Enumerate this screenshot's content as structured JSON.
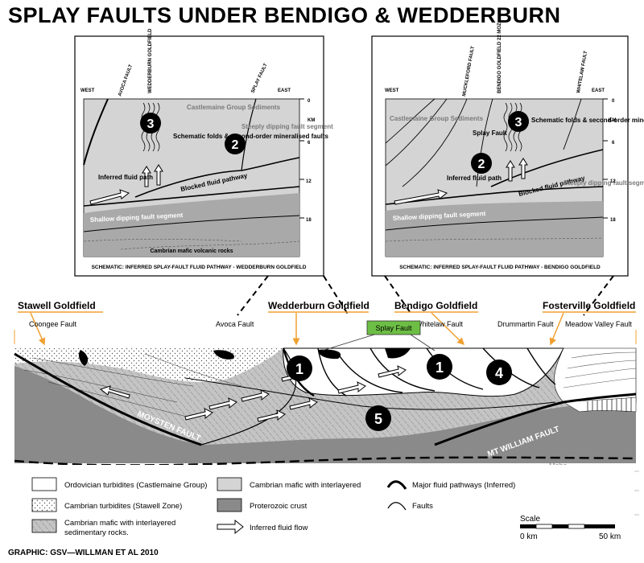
{
  "title": "SPLAY FAULTS UNDER BENDIGO & WEDDERBURN",
  "left_inset": {
    "west": "WEST",
    "east": "EAST",
    "avoca_fault": "AVOCA FAULT",
    "goldfield": "WEDDERBURN GOLDFIELD",
    "splay_fault": "SPLAY FAULT",
    "castlemaine": "Castlemaine Group Sediments",
    "steeply": "Steeply dipping fault segment",
    "schematic": "Schematic folds & second-order mineralised faults",
    "inferred": "Inferred fluid path",
    "blocked": "Blocked fluid pathway",
    "shallow": "Shallow dipping fault segment",
    "cambrian": "Cambrian mafic volcanic rocks",
    "caption": "SCHEMATIC: INFERRED SPLAY-FAULT FLUID PATHWAY - WEDDERBURN GOLDFIELD",
    "marker_3": "3",
    "marker_2": "2",
    "depth_unit": "KM",
    "depths": [
      "0",
      "6",
      "12",
      "18"
    ]
  },
  "right_inset": {
    "west": "WEST",
    "east": "EAST",
    "muckleford": "MUCKLEFORD FAULT",
    "goldfield": "BENDIGO GOLDFIELD 22 MOZ",
    "whitelaw": "WHITELAW FAULT",
    "castlemaine": "Castlemaine Group Sediments",
    "splay": "Splay Fault",
    "schematic": "Schematic folds & second-order mineralised faults",
    "inferred": "Inferred fluid path",
    "blocked": "Blocked fluid pathway",
    "steeply": "Steeply dipping fault segment",
    "shallow": "Shallow dipping fault segment",
    "caption": "SCHEMATIC: INFERRED SPLAY-FAULT FLUID PATHWAY - BENDIGO GOLDFIELD",
    "marker_3": "3",
    "marker_2": "2",
    "depth_unit": "KM",
    "depths": [
      "0",
      "6",
      "12",
      "18"
    ]
  },
  "section": {
    "stawell": "Stawell Goldfield",
    "wedderburn": "Wedderburn Goldfield",
    "bendigo": "Bendigo Goldfield",
    "fosterville": "Fosterville Goldfield",
    "coongee": "Coongee Fault",
    "avoca": "Avoca Fault",
    "whitelaw": "Whitelaw Fault",
    "drummartin": "Drummartin Fault",
    "meadow": "Meadow Valley Fault",
    "splay_label": "Splay Fault",
    "moysten": "MOYSTEN FAULT",
    "mt_william": "MT WILLIAM FAULT",
    "moho": "Moho",
    "markers": [
      "1",
      "1",
      "4",
      "5"
    ]
  },
  "legend": {
    "ordovician": "Ordovician turbidites (Castlemaine Group)",
    "cambrian_turb": "Cambrian turbidites (Stawell Zone)",
    "cambrian_mafic_sed_1": "Cambrian mafic with interlayered",
    "cambrian_mafic_sed_2": "sedimentary rocks.",
    "cambrian_mafic": "Cambrian mafic with interlayered",
    "proterozoic": "Proterozoic crust",
    "fluid_flow": "Inferred fluid flow",
    "major_pathways": "Major fluid pathways (Inferred)",
    "faults": "Faults",
    "scale": "Scale",
    "scale_start": "0 km",
    "scale_end": "50 km"
  },
  "credit": "GRAPHIC: GSV—WILLMAN ET AL 2010",
  "colors": {
    "light_grey": "#d4d4d4",
    "mid_grey": "#a9a9a9",
    "dark_grey": "#8a8a8a",
    "green": "#6dbe45",
    "orange": "#f0a030"
  }
}
